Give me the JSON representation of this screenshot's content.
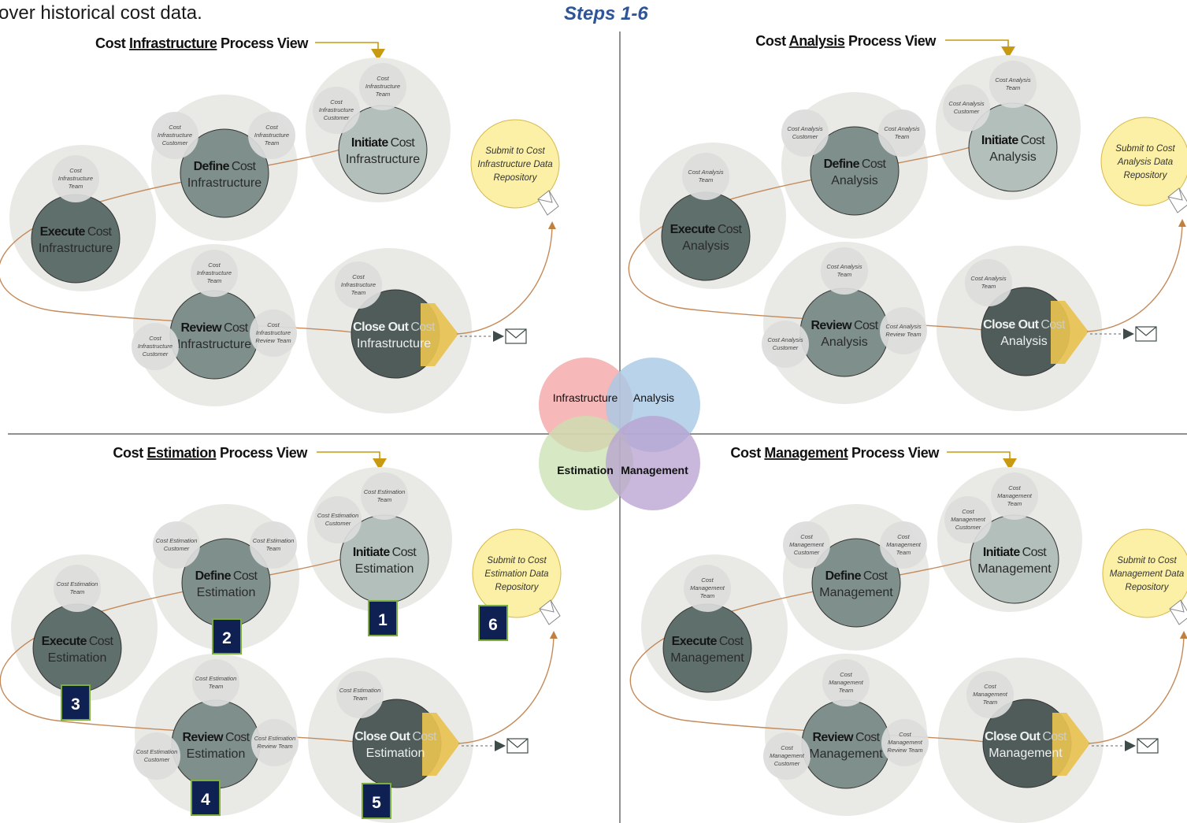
{
  "page": {
    "caption": "over historical cost data.",
    "steps_heading": "Steps 1-6"
  },
  "venn": {
    "labels": [
      "Infrastructure",
      "Analysis",
      "Estimation",
      "Management"
    ],
    "colors": [
      "#f4a6a8",
      "#a8c8e6",
      "#c9e0b0",
      "#b7a0d0"
    ]
  },
  "colors": {
    "big_circle": "#e9e9e6",
    "role_circle": "#dcdcdc",
    "step_circle_light": "#b3bfbb",
    "step_circle_mid": "#7f908c",
    "step_circle_dark": "#5f6f6b",
    "close_out": "#4f5c59",
    "flag": "#e8c251",
    "repo_fill": "#fbf0a6",
    "repo_stroke": "#d6b84a",
    "arrow": "#c79a11",
    "path": "#c48a5a",
    "badge_fill": "#0f2052",
    "badge_border": "#7dae3b"
  },
  "quadrants": [
    {
      "title": {
        "pre": "Cost ",
        "keyword": "Infrastructure",
        "post": " Process View"
      },
      "initiate": {
        "bold": "Initiate",
        "rest": "Cost",
        "line2": "Infrastructure"
      },
      "define": {
        "bold": "Define",
        "rest": "Cost",
        "line2": "Infrastructure"
      },
      "execute": {
        "bold": "Execute",
        "rest": "Cost",
        "line2": "Infrastructure"
      },
      "review": {
        "bold": "Review",
        "rest": "Cost",
        "line2": "Infrastructure"
      },
      "closeout": {
        "bold": "Close Out",
        "rest": "Cost",
        "line2": "Infrastructure"
      },
      "repository": [
        "Submit to Cost",
        "Infrastructure Data",
        "Repository"
      ],
      "roles": {
        "initiate_team": [
          "Cost",
          "Infrastructure",
          "Team"
        ],
        "initiate_customer": [
          "Cost",
          "Infrastructure",
          "Customer"
        ],
        "define_customer": [
          "Cost",
          "Infrastructure",
          "Customer"
        ],
        "define_team": [
          "Cost",
          "Infrastructure",
          "Team"
        ],
        "execute_team": [
          "Cost",
          "Infrastructure",
          "Team"
        ],
        "review_team": [
          "Cost",
          "Infrastructure",
          "Team"
        ],
        "review_customer": [
          "Cost",
          "Infrastructure",
          "Customer"
        ],
        "review_reviewteam": [
          "Cost",
          "Infrastructure",
          "Review Team"
        ],
        "closeout_team": [
          "Cost",
          "Infrastructure",
          "Team"
        ]
      },
      "steps": []
    },
    {
      "title": {
        "pre": "Cost ",
        "keyword": "Analysis",
        "post": " Process View"
      },
      "initiate": {
        "bold": "Initiate",
        "rest": "Cost",
        "line2": "Analysis"
      },
      "define": {
        "bold": "Define",
        "rest": "Cost",
        "line2": "Analysis"
      },
      "execute": {
        "bold": "Execute",
        "rest": "Cost",
        "line2": "Analysis"
      },
      "review": {
        "bold": "Review",
        "rest": "Cost",
        "line2": "Analysis"
      },
      "closeout": {
        "bold": "Close Out",
        "rest": "Cost",
        "line2": "Analysis"
      },
      "repository": [
        "Submit to Cost",
        "Analysis Data",
        "Repository"
      ],
      "roles": {
        "initiate_team": [
          "Cost Analysis",
          "Team"
        ],
        "initiate_customer": [
          "Cost Analysis",
          "Customer"
        ],
        "define_customer": [
          "Cost Analysis",
          "Customer"
        ],
        "define_team": [
          "Cost Analysis",
          "Team"
        ],
        "execute_team": [
          "Cost Analysis",
          "Team"
        ],
        "review_team": [
          "Cost Analysis",
          "Team"
        ],
        "review_customer": [
          "Cost Analysis",
          "Customer"
        ],
        "review_reviewteam": [
          "Cost Analysis",
          "Review Team"
        ],
        "closeout_team": [
          "Cost Analysis",
          "Team"
        ]
      },
      "steps": []
    },
    {
      "title": {
        "pre": "Cost ",
        "keyword": "Estimation",
        "post": " Process View"
      },
      "initiate": {
        "bold": "Initiate",
        "rest": "Cost",
        "line2": "Estimation"
      },
      "define": {
        "bold": "Define",
        "rest": "Cost",
        "line2": "Estimation"
      },
      "execute": {
        "bold": "Execute",
        "rest": "Cost",
        "line2": "Estimation"
      },
      "review": {
        "bold": "Review",
        "rest": "Cost",
        "line2": "Estimation"
      },
      "closeout": {
        "bold": "Close Out",
        "rest": "Cost",
        "line2": "Estimation"
      },
      "repository": [
        "Submit to Cost",
        "Estimation Data",
        "Repository"
      ],
      "roles": {
        "initiate_team": [
          "Cost Estimation",
          "Team"
        ],
        "initiate_customer": [
          "Cost Estimation",
          "Customer"
        ],
        "define_customer": [
          "Cost Estimation",
          "Customer"
        ],
        "define_team": [
          "Cost Estimation",
          "Team"
        ],
        "execute_team": [
          "Cost Estimation",
          "Team"
        ],
        "review_team": [
          "Cost Estimation",
          "Team"
        ],
        "review_customer": [
          "Cost Estimation",
          "Customer"
        ],
        "review_reviewteam": [
          "Cost Estimation",
          "Review Team"
        ],
        "closeout_team": [
          "Cost Estimation",
          "Team"
        ]
      },
      "steps": [
        "1",
        "2",
        "3",
        "4",
        "5",
        "6"
      ]
    },
    {
      "title": {
        "pre": "Cost ",
        "keyword": "Management",
        "post": " Process View"
      },
      "initiate": {
        "bold": "Initiate",
        "rest": "Cost",
        "line2": "Management"
      },
      "define": {
        "bold": "Define",
        "rest": "Cost",
        "line2": "Management"
      },
      "execute": {
        "bold": "Execute",
        "rest": "Cost",
        "line2": "Management"
      },
      "review": {
        "bold": "Review",
        "rest": "Cost",
        "line2": "Management"
      },
      "closeout": {
        "bold": "Close Out",
        "rest": "Cost",
        "line2": "Management"
      },
      "repository": [
        "Submit to Cost",
        "Management Data",
        "Repository"
      ],
      "roles": {
        "initiate_team": [
          "Cost",
          "Management",
          "Team"
        ],
        "initiate_customer": [
          "Cost",
          "Management",
          "Customer"
        ],
        "define_customer": [
          "Cost",
          "Management",
          "Customer"
        ],
        "define_team": [
          "Cost",
          "Management",
          "Team"
        ],
        "execute_team": [
          "Cost",
          "Management",
          "Team"
        ],
        "review_team": [
          "Cost",
          "Management",
          "Team"
        ],
        "review_customer": [
          "Cost",
          "Management",
          "Customer"
        ],
        "review_reviewteam": [
          "Cost",
          "Management",
          "Review Team"
        ],
        "closeout_team": [
          "Cost",
          "Management",
          "Team"
        ]
      },
      "steps": []
    }
  ]
}
